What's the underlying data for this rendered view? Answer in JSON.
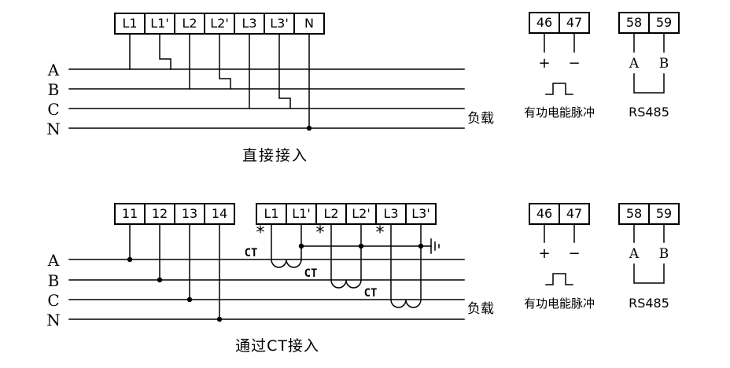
{
  "colors": {
    "ink": "#000000",
    "background": "#ffffff"
  },
  "direct": {
    "caption": "直接接入",
    "terminals": [
      "L1",
      "L1'",
      "L2",
      "L2'",
      "L3",
      "L3'",
      "N"
    ],
    "phases": [
      "A",
      "B",
      "C",
      "N"
    ],
    "load_label": "负载"
  },
  "ct": {
    "caption": "通过CT接入",
    "aux_terminals": [
      "11",
      "12",
      "13",
      "14"
    ],
    "terminals": [
      "L1",
      "L1'",
      "L2",
      "L2'",
      "L3",
      "L3'"
    ],
    "phases": [
      "A",
      "B",
      "C",
      "N"
    ],
    "load_label": "负载",
    "ct_label": "CT",
    "polarity_mark": "*"
  },
  "pulse_output": {
    "terminals": [
      "46",
      "47"
    ],
    "plus": "+",
    "minus": "−",
    "label": "有功电能脉冲"
  },
  "rs485": {
    "terminals": [
      "58",
      "59"
    ],
    "line_a": "A",
    "line_b": "B",
    "label": "RS485"
  },
  "icons": {
    "pulse_waveform": "square-wave",
    "earth_ground": "ground-bars",
    "ct_coil": "double-arc"
  }
}
